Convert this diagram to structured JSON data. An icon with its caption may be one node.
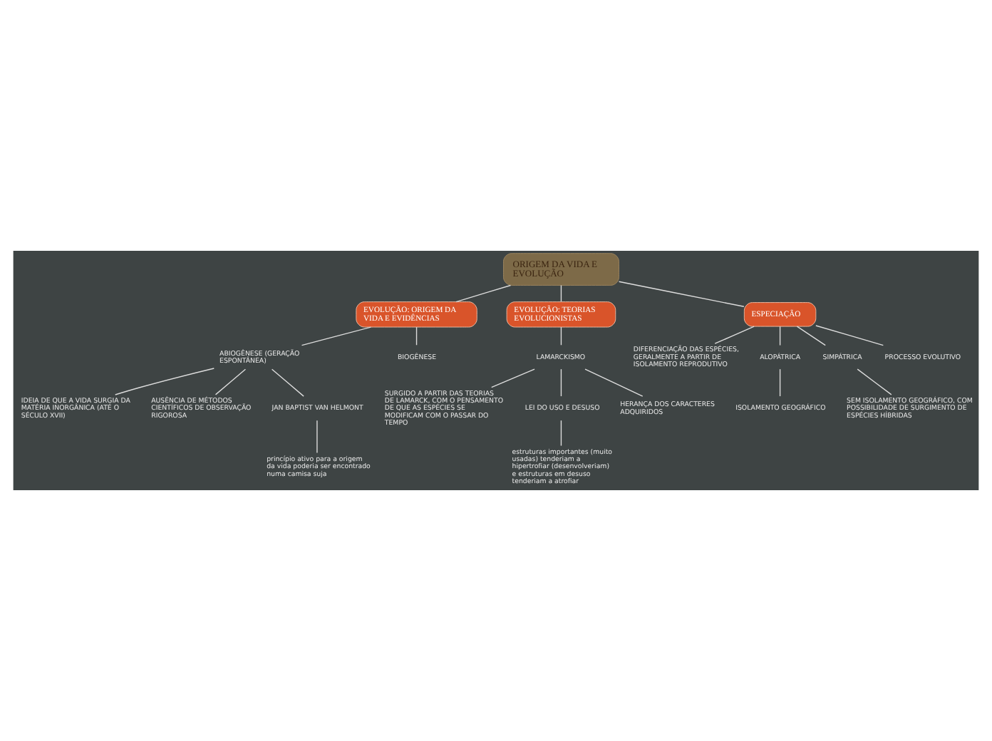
{
  "diagram": {
    "nodes": [
      {
        "text": [
          "ORIGEM DA VIDA E EVOLUÇÃO"
        ]
      },
      {
        "text": [
          "EVOLUÇÃO: ORIGEM DA VIDA E EVIDÊNCIAS"
        ]
      },
      {
        "text": [
          "ABIOGÊNESE (GERAÇÃO ESPONTÂNEA)"
        ]
      },
      {
        "text": [
          "IDEIA DE QUE A VIDA SURGIA DA MATÉRIA INORGÂNICA (ATÉ O SÉCULO XVII)"
        ]
      },
      {
        "text": [
          "AUSÊNCIA DE MÉTODOS CIENTÍFICOS DE OBSERVAÇÃO RIGOROSA"
        ]
      },
      {
        "text": [
          "JAN BAPTIST VAN HELMONT"
        ]
      },
      {
        "text": [
          "princípio ativo para a origem da vida poderia ser encontrado numa camisa suja"
        ]
      },
      {
        "text": [
          "BIOGÊNESE"
        ]
      },
      {
        "text": [
          "EVOLUÇÃO: TEORIAS EVOLUCIONISTAS"
        ]
      },
      {
        "text": [
          "LAMARCKISMO"
        ]
      },
      {
        "text": [
          "SURGIDO A PARTIR DAS TEORIAS DE LAMARCK, COM O PENSAMENTO DE QUE AS ESPÉCIES SE MODIFICAM COM O PASSAR DO TEMPO"
        ]
      },
      {
        "text": [
          "LEI DO USO E DESUSO"
        ]
      },
      {
        "text": [
          "estruturas importantes (muito usadas) tenderiam a hipertrofiar (desenvolveriam) e estruturas em desuso tenderiam a atrofiar"
        ]
      },
      {
        "text": [
          "HERANÇA DOS CARACTERES ADQUIRIDOS"
        ]
      },
      {
        "text": [
          "ESPECIAÇÃO"
        ]
      },
      {
        "text": [
          "DIFERENCIAÇÃO DAS ESPÉCIES, GERALMENTE A PARTIR DE ISOLAMENTO REPRODUTIVO"
        ]
      },
      {
        "text": [
          "ALOPÁTRICA"
        ]
      },
      {
        "text": [
          "ISOLAMENTO GEOGRÁFICO"
        ]
      },
      {
        "text": [
          "SIMPÁTRICA"
        ]
      },
      {
        "text": [
          "SEM ISOLAMENTO GEOGRÁFICO, COM POSSIBILIDADE DE SURGIMENTO DE ESPÉCIES HÍBRIDAS"
        ]
      },
      {
        "text": [
          "PROCESSO EVOLUTIVO"
        ]
      }
    ],
    "edges": [
      {
        "from": 0,
        "to": 1,
        "arrow": "none"
      },
      {
        "from": 1,
        "to": 2,
        "arrow": "none"
      },
      {
        "from": 2,
        "to": 3,
        "arrow": "none"
      },
      {
        "from": 2,
        "to": 4,
        "arrow": "none"
      },
      {
        "from": 2,
        "to": 5,
        "arrow": "none"
      },
      {
        "from": 5,
        "to": 6,
        "arrow": "none"
      },
      {
        "from": 1,
        "to": 7,
        "arrow": "none"
      },
      {
        "from": 0,
        "to": 8,
        "arrow": "none"
      },
      {
        "from": 8,
        "to": 9,
        "arrow": "none"
      },
      {
        "from": 9,
        "to": 10,
        "arrow": "none"
      },
      {
        "from": 9,
        "to": 11,
        "arrow": "none"
      },
      {
        "from": 11,
        "to": 12,
        "arrow": "none"
      },
      {
        "from": 9,
        "to": 13,
        "arrow": "none"
      },
      {
        "from": 0,
        "to": 14,
        "arrow": "none"
      },
      {
        "from": 14,
        "to": 15,
        "arrow": "none"
      },
      {
        "from": 14,
        "to": 16,
        "arrow": "none"
      },
      {
        "from": 16,
        "to": 17,
        "arrow": "none"
      },
      {
        "from": 14,
        "to": 18,
        "arrow": "none"
      },
      {
        "from": 18,
        "to": 19,
        "arrow": "none"
      },
      {
        "from": 14,
        "to": 20,
        "arrow": "none"
      }
    ]
  }
}
